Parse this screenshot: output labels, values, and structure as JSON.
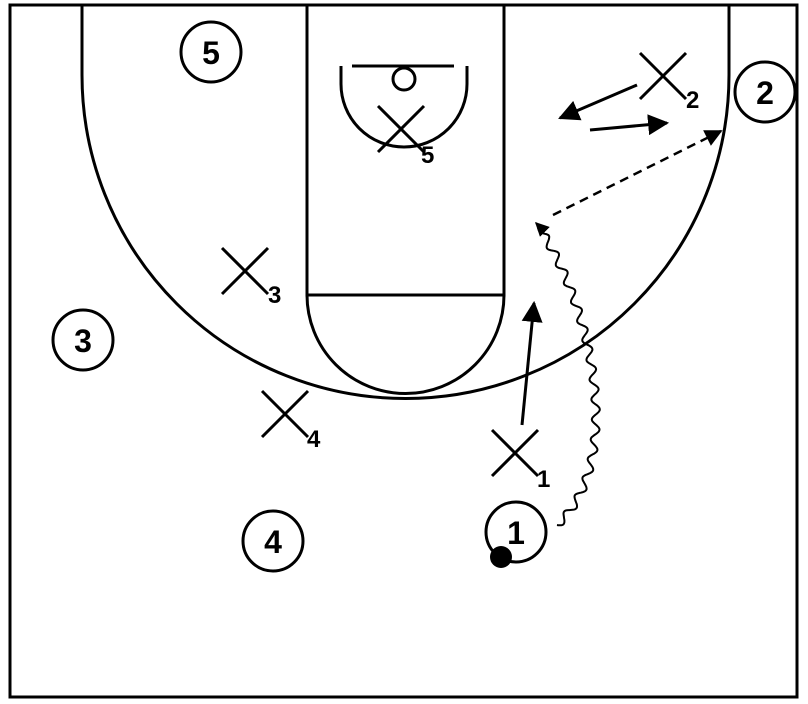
{
  "colors": {
    "ink": "#000000",
    "background": "#ffffff"
  },
  "offense_players": [
    {
      "label": "1",
      "role": "ball-handler"
    },
    {
      "label": "2"
    },
    {
      "label": "3"
    },
    {
      "label": "4"
    },
    {
      "label": "5"
    }
  ],
  "defense_players": [
    {
      "label": "1"
    },
    {
      "label": "2"
    },
    {
      "label": "3"
    },
    {
      "label": "4"
    },
    {
      "label": "5"
    }
  ],
  "actions": [
    {
      "type": "dribble",
      "from": "1",
      "icon": "wavy-arrow"
    },
    {
      "type": "pass",
      "to": "2",
      "icon": "dashed-arrow"
    },
    {
      "type": "cut",
      "by": "x1",
      "icon": "solid-arrow"
    },
    {
      "type": "cut",
      "by": "x2",
      "icon": "solid-arrow"
    }
  ]
}
